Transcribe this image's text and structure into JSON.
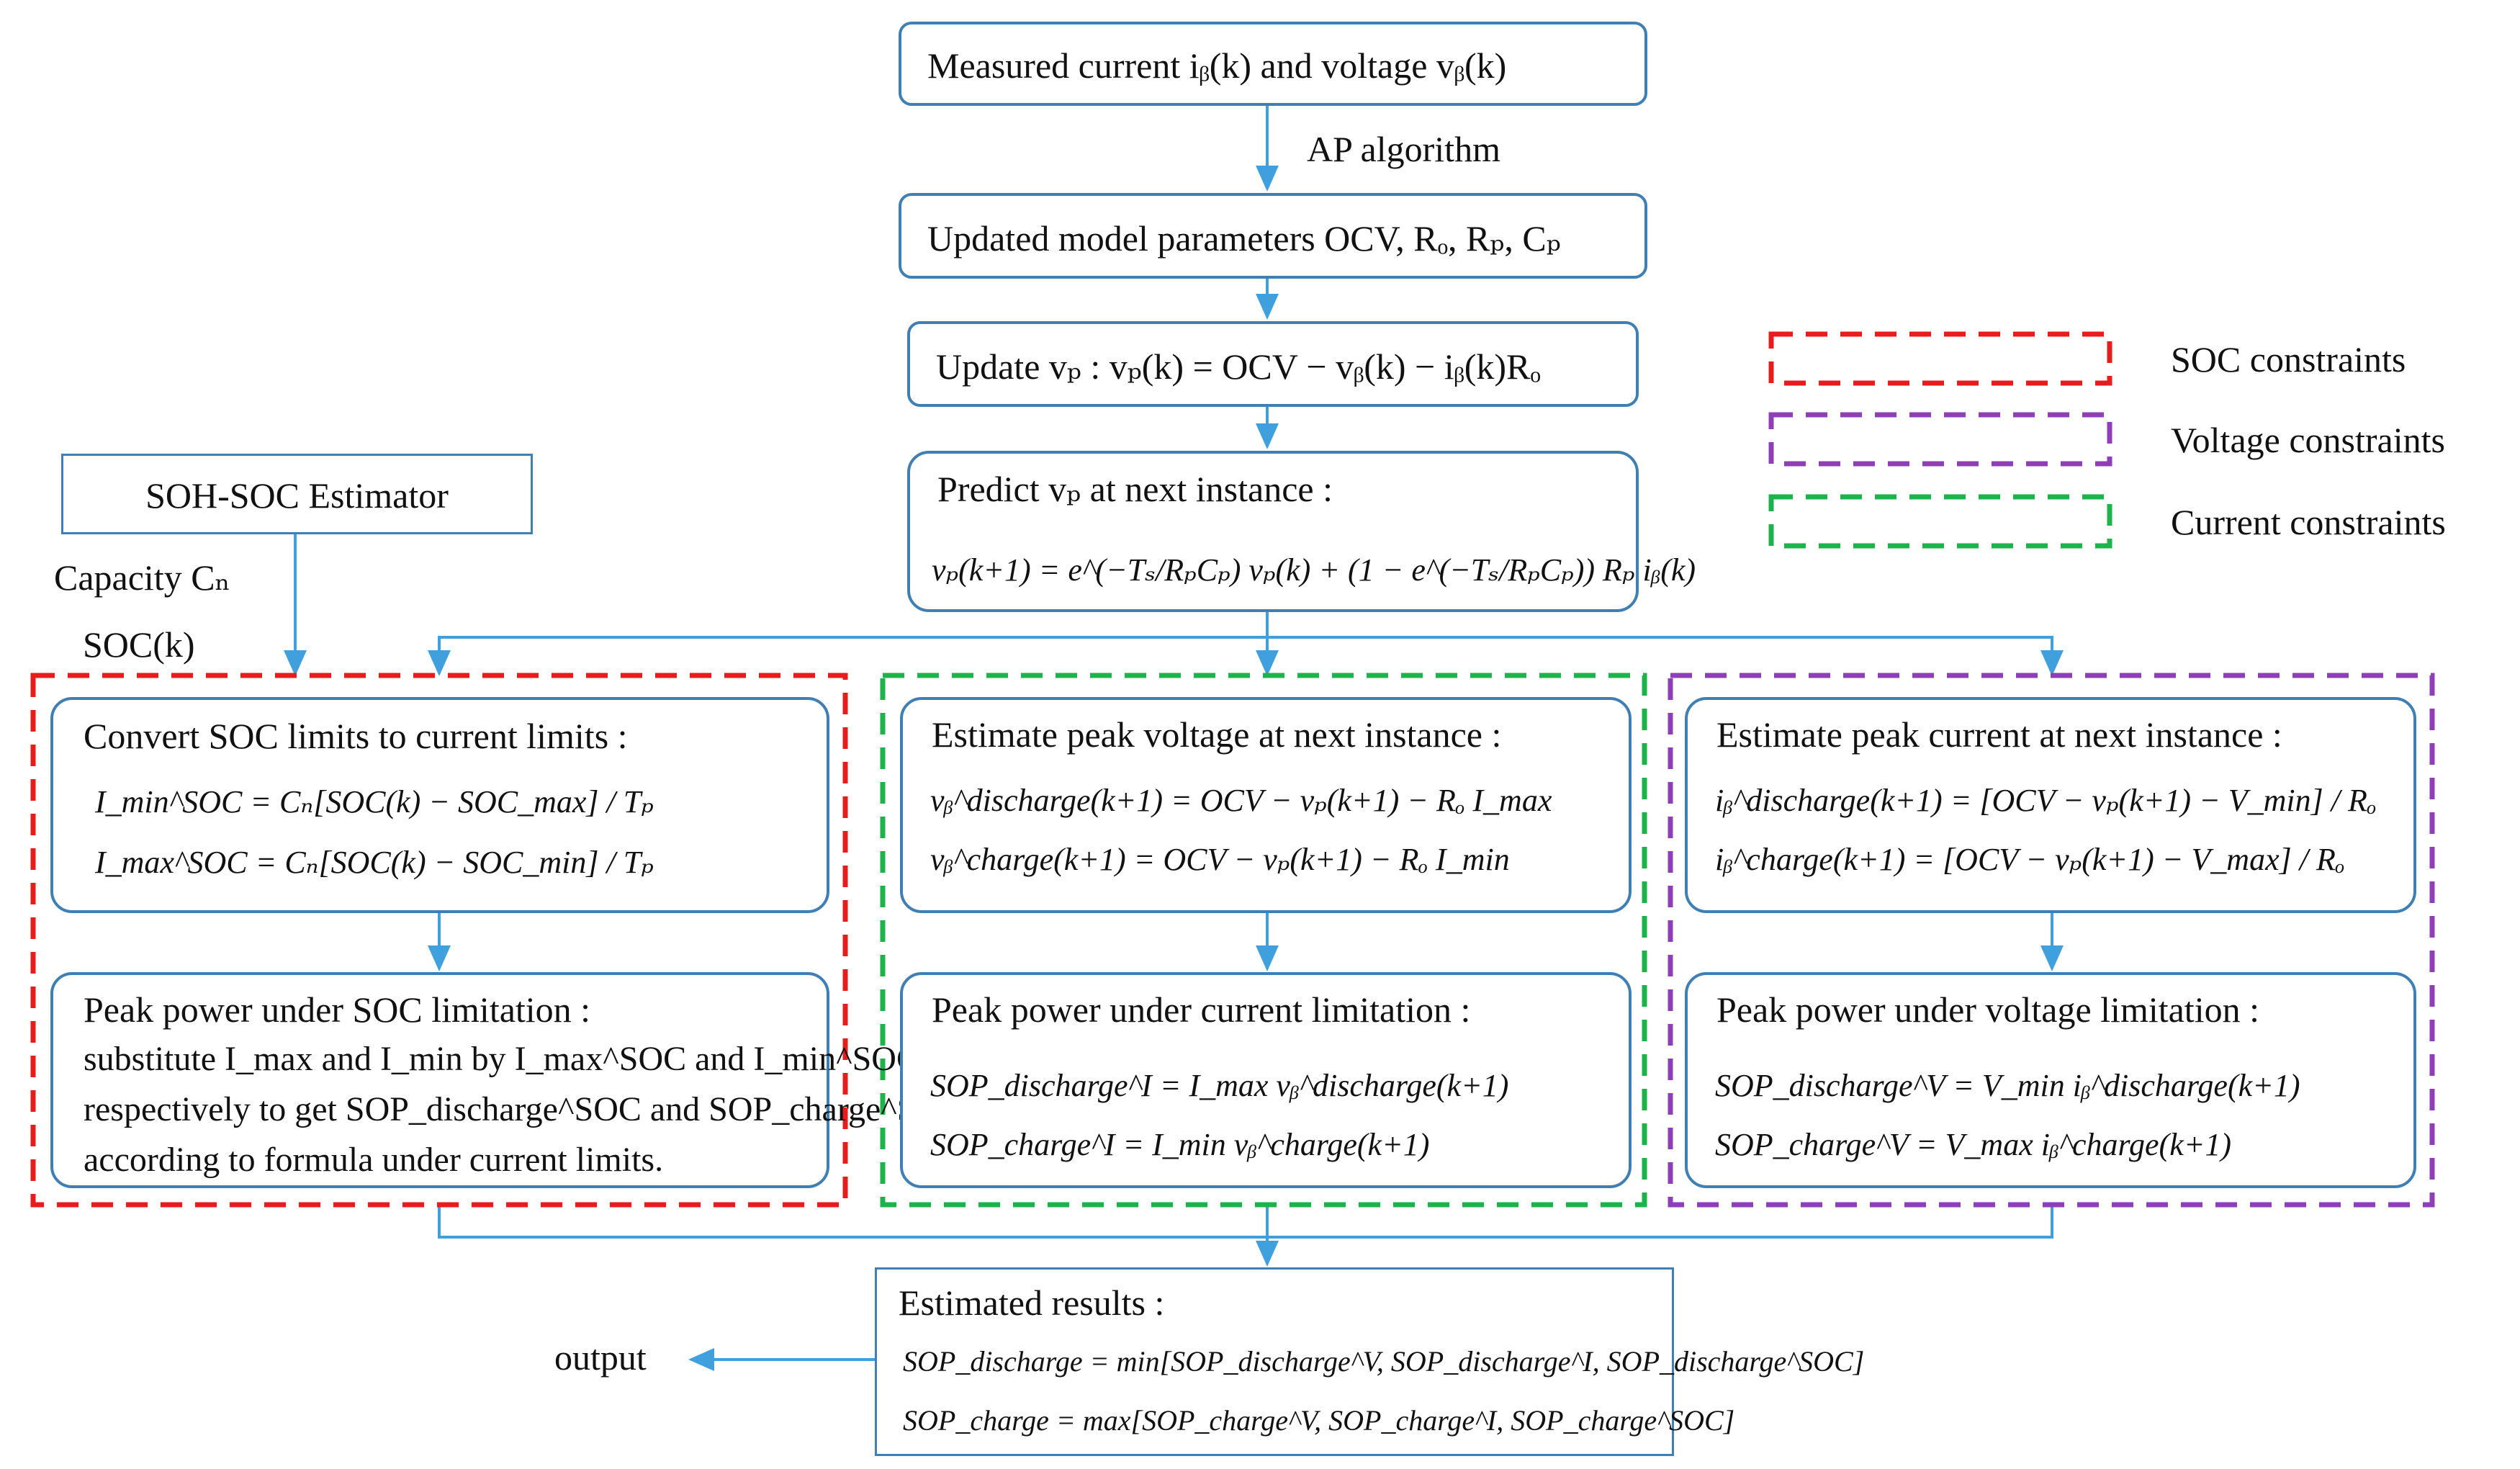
{
  "top_box": {
    "label": "Measured current iᵦ(k) and voltage vᵦ(k)"
  },
  "ap_label": "AP algorithm",
  "params_box": {
    "label": "Updated model parameters  OCV, Rₒ, Rₚ, Cₚ"
  },
  "update_box": {
    "label": "Update  vₚ :   vₚ(k) = OCV − vᵦ(k) − iᵦ(k)Rₒ"
  },
  "predict_box": {
    "title": "Predict  vₚ   at next instance :",
    "equation": "vₚ(k+1) = e^(−Tₛ/RₚCₚ) vₚ(k) + (1 − e^(−Tₛ/RₚCₚ)) Rₚ iᵦ(k)"
  },
  "estimator": {
    "box_label": "SOH-SOC Estimator",
    "capacity_label": "Capacity  Cₙ",
    "soc_label": "SOC(k)"
  },
  "legend": [
    {
      "label": "SOC constraints",
      "color": "#e81c1c"
    },
    {
      "label": "Voltage constraints",
      "color": "#8e3fb8"
    },
    {
      "label": "Current constraints",
      "color": "#1cb44a"
    }
  ],
  "soc_column": {
    "upper_title": "Convert SOC limits to current limits :",
    "upper_eq1": "I_min^SOC = Cₙ[SOC(k) − SOC_max] / Tₚ",
    "upper_eq2": "I_max^SOC = Cₙ[SOC(k) − SOC_min] / Tₚ",
    "lower_title": "Peak power under SOC limitation :",
    "lower_line1": "substitute I_max and I_min by I_max^SOC and I_min^SOC",
    "lower_line2": "respectively to get SOP_discharge^SOC and SOP_charge^SOC",
    "lower_line3": "according to formula under current limits."
  },
  "voltage_column": {
    "upper_title": "Estimate peak voltage at next instance :",
    "upper_eq1": "vᵦ^discharge(k+1) = OCV − vₚ(k+1) − Rₒ I_max",
    "upper_eq2": "vᵦ^charge(k+1) = OCV − vₚ(k+1) − Rₒ I_min",
    "lower_title": "Peak power under current limitation :",
    "lower_eq1": "SOP_discharge^I = I_max vᵦ^discharge(k+1)",
    "lower_eq2": "SOP_charge^I = I_min vᵦ^charge(k+1)"
  },
  "current_column": {
    "upper_title": "Estimate peak current at next instance :",
    "upper_eq1": "iᵦ^discharge(k+1) = [OCV − vₚ(k+1) − V_min] / Rₒ",
    "upper_eq2": "iᵦ^charge(k+1) = [OCV − vₚ(k+1) − V_max] / Rₒ",
    "lower_title": "Peak power under voltage limitation :",
    "lower_eq1": "SOP_discharge^V = V_min iᵦ^discharge(k+1)",
    "lower_eq2": "SOP_charge^V = V_max iᵦ^charge(k+1)"
  },
  "results_box": {
    "title": "Estimated results :",
    "eq1": "SOP_discharge = min[SOP_discharge^V, SOP_discharge^I, SOP_discharge^SOC]",
    "eq2": "SOP_charge = max[SOP_charge^V, SOP_charge^I, SOP_charge^SOC]"
  },
  "output_label": "output",
  "colors": {
    "box_border": "#3f7fb3",
    "arrow": "#3fa0dd"
  }
}
